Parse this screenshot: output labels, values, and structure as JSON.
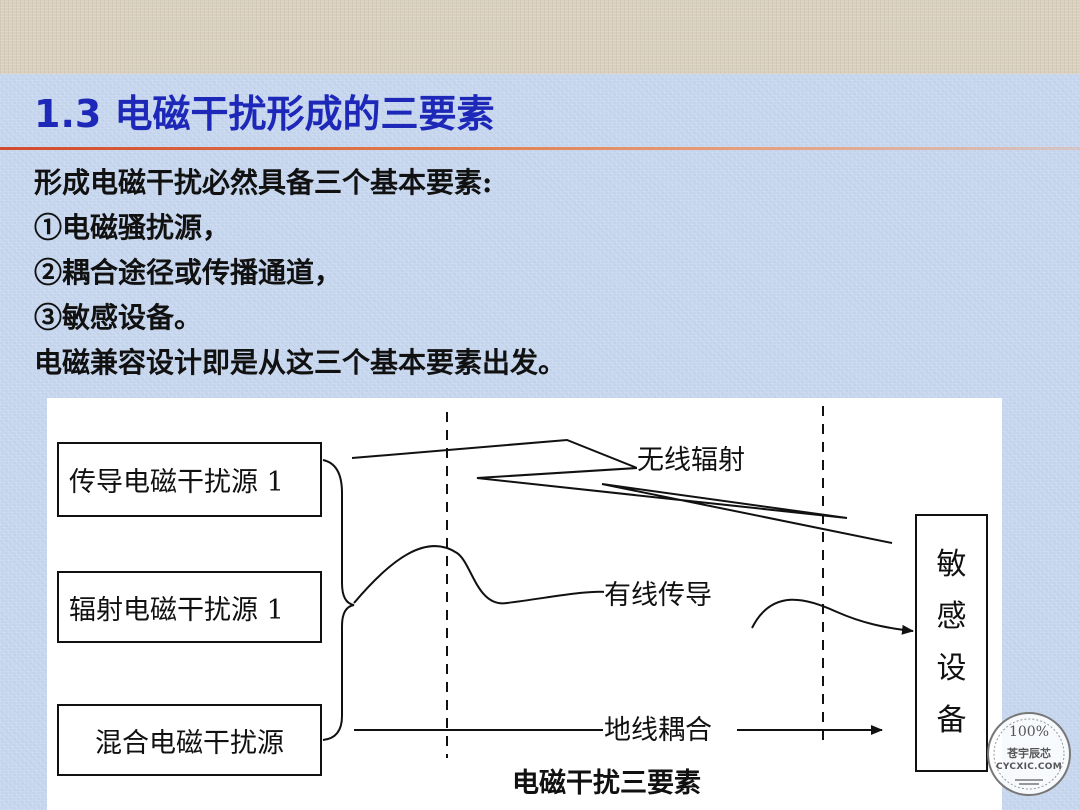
{
  "slide": {
    "title": "1.3 电磁干扰形成的三要素",
    "body_lines": [
      "形成电磁干扰必然具备三个基本要素:",
      "①电磁骚扰源，",
      "②耦合途径或传播通道，",
      "③敏感设备。",
      "电磁兼容设计即是从这三个基本要素出发。"
    ]
  },
  "diagram": {
    "sources": [
      "传导电磁干扰源 1",
      "辐射电磁干扰源 1",
      "混合电磁干扰源"
    ],
    "paths": {
      "wireless": "无线辐射",
      "wired": "有线传导",
      "ground": "地线耦合"
    },
    "receptor_chars": [
      "敏",
      "感",
      "设",
      "备"
    ],
    "caption": "电磁干扰三要素"
  },
  "watermark": {
    "percent": "100%",
    "name": "苍宇辰芯",
    "site": "CYCXIC.COM"
  },
  "colors": {
    "title": "#1d28b8",
    "rule": "#d24a2e",
    "background": "#c6d6ee",
    "top_band": "#d8cfbd"
  }
}
